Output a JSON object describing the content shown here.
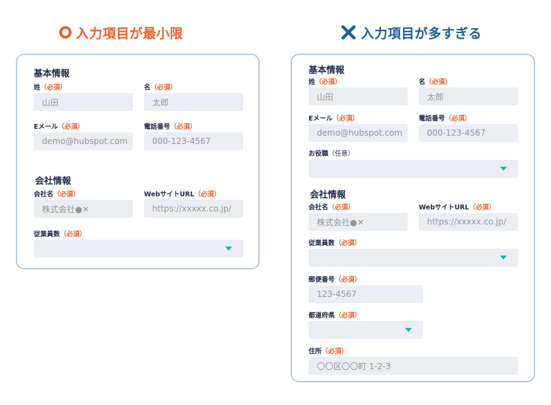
{
  "colors": {
    "accent_good": "#e8612c",
    "accent_bad": "#1a5e9a",
    "required": "#e8612c",
    "caret": "#1ab5a8",
    "field_bg": "#eaeef3",
    "card_border": "#b8c9d9"
  },
  "good": {
    "heading": "入力項目が最小限",
    "icon": "circle-icon",
    "basic_title": "基本情報",
    "company_title": "会社情報",
    "fields": {
      "last_name": {
        "label": "姓",
        "req": "（必須）",
        "value": "山田"
      },
      "first_name": {
        "label": "名",
        "req": "（必須）",
        "value": "太郎"
      },
      "email": {
        "label": "Eメール",
        "req": "（必須）",
        "value": "demo@hubspot.com"
      },
      "phone": {
        "label": "電話番号",
        "req": "（必須）",
        "value": "000-123-4567"
      },
      "company": {
        "label": "会社名",
        "req": "（必須）",
        "value": "株式会社●✕"
      },
      "website": {
        "label": "WebサイトURL",
        "req": "（必須）",
        "value": "https://xxxxx.co.jp/"
      },
      "employees": {
        "label": "従業員数",
        "req": "（必須）",
        "value": ""
      }
    }
  },
  "bad": {
    "heading": "入力項目が多すぎる",
    "icon": "cross-icon",
    "basic_title": "基本情報",
    "company_title": "会社情報",
    "fields": {
      "last_name": {
        "label": "姓",
        "req": "（必須）",
        "value": "山田"
      },
      "first_name": {
        "label": "名",
        "req": "（必須）",
        "value": "太郎"
      },
      "email": {
        "label": "Eメール",
        "req": "（必須）",
        "value": "demo@hubspot.com"
      },
      "phone": {
        "label": "電話番号",
        "req": "（必須）",
        "value": "000-123-4567"
      },
      "job_title": {
        "label": "お役職",
        "opt": "（任意）",
        "value": ""
      },
      "company": {
        "label": "会社名",
        "req": "（必須）",
        "value": "株式会社●✕"
      },
      "website": {
        "label": "WebサイトURL",
        "req": "（必須）",
        "value": "https://xxxxx.co.jp/"
      },
      "employees": {
        "label": "従業員数",
        "req": "（必須）",
        "value": ""
      },
      "postal": {
        "label": "郵便番号",
        "req": "（必須）",
        "value": "123-4567"
      },
      "prefecture": {
        "label": "都道府県",
        "req": "（必須）",
        "value": ""
      },
      "address": {
        "label": "住所",
        "req": "（必須）",
        "value": "〇〇区〇〇町 1-2-3"
      }
    }
  }
}
